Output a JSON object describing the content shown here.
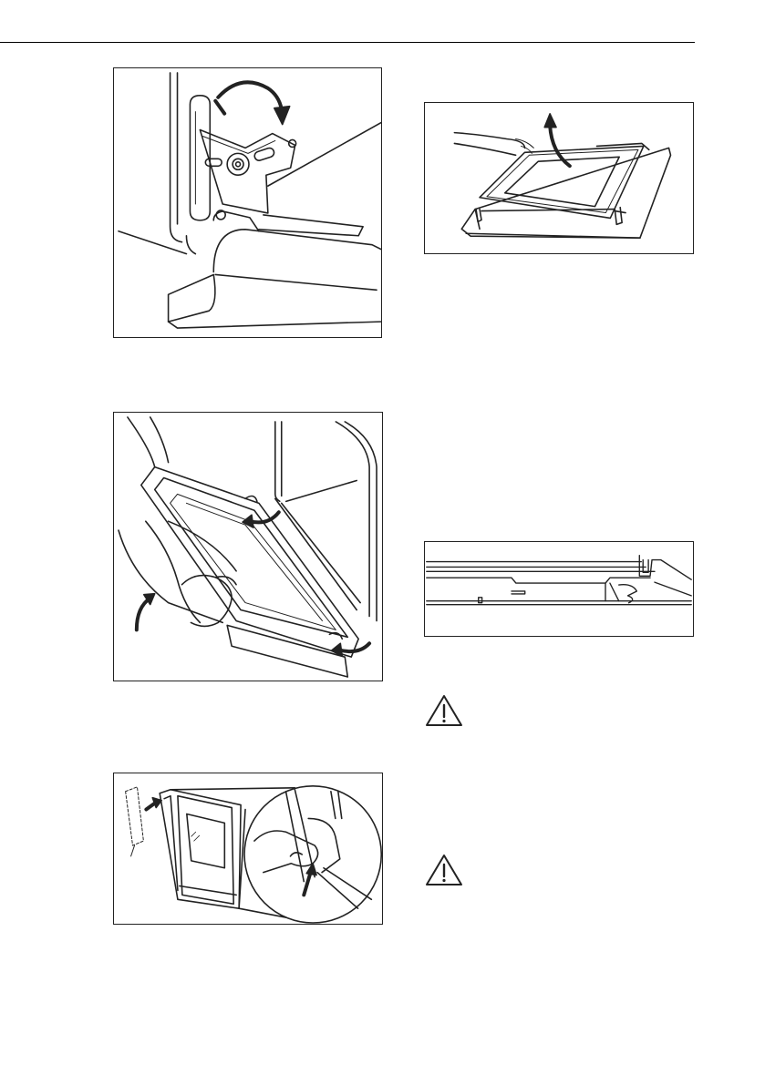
{
  "page": {
    "header_rule": true,
    "figures": [
      {
        "id": "hinge-lever",
        "icon": "hinge-lever-illustration"
      },
      {
        "id": "door-removal",
        "icon": "door-lift-illustration"
      },
      {
        "id": "door-trim",
        "icon": "door-trim-illustration"
      },
      {
        "id": "glass-panel",
        "icon": "glass-panel-illustration"
      },
      {
        "id": "glass-seat",
        "icon": "glass-seat-detail-illustration"
      }
    ],
    "warnings": [
      {
        "icon": "warning-triangle-icon"
      },
      {
        "icon": "warning-triangle-icon"
      }
    ]
  },
  "colors": {
    "line": "#222222",
    "background": "#ffffff"
  }
}
